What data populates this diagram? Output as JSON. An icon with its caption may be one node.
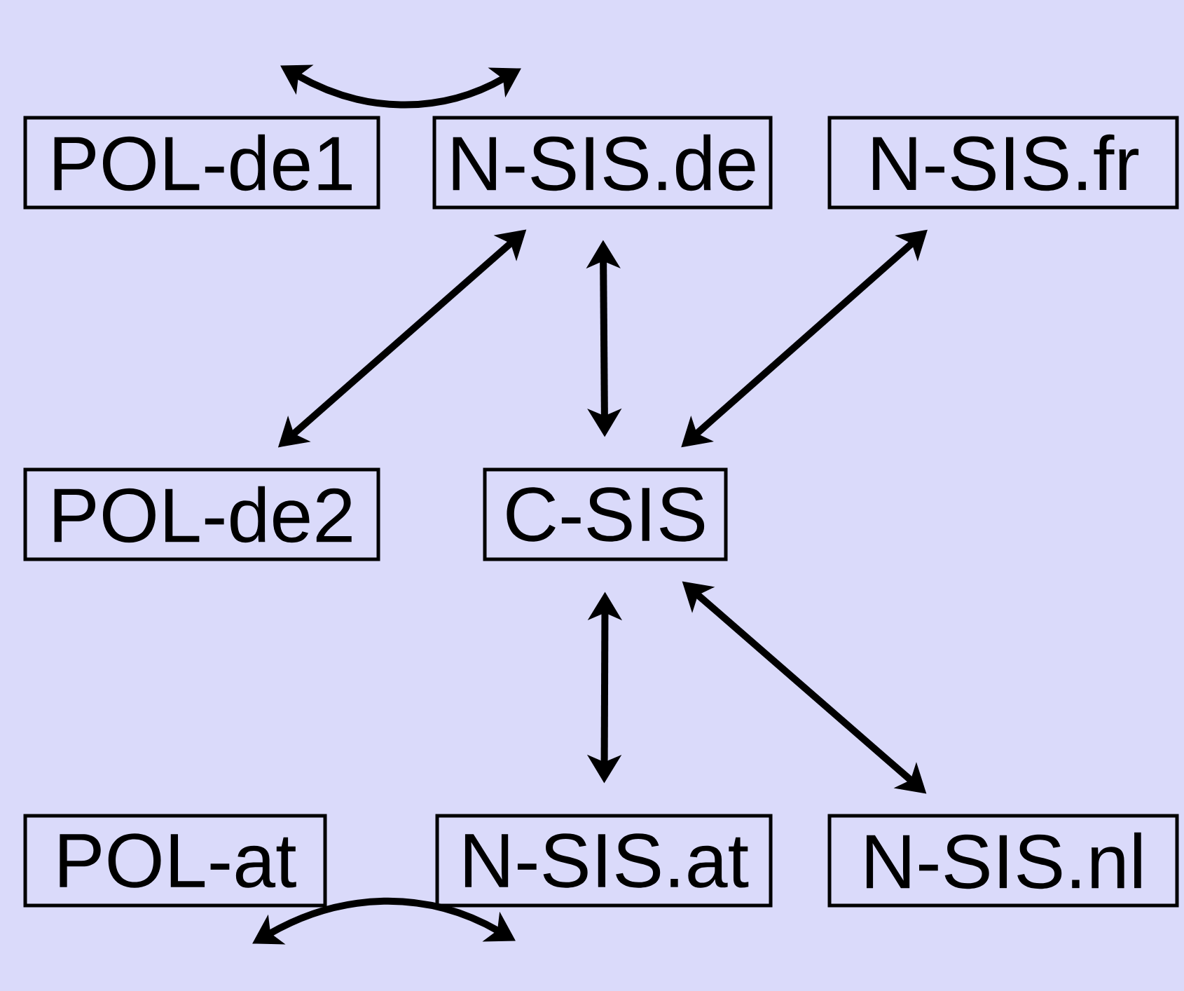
{
  "diagram": {
    "nodes": [
      {
        "text": [
          "POL-de1"
        ]
      },
      {
        "text": [
          "N-SIS.de"
        ]
      },
      {
        "text": [
          "N-SIS.fr"
        ]
      },
      {
        "text": [
          "POL-de2"
        ]
      },
      {
        "text": [
          "C-SIS"
        ]
      },
      {
        "text": [
          "POL-at"
        ]
      },
      {
        "text": [
          "N-SIS.at"
        ]
      },
      {
        "text": [
          "N-SIS.nl"
        ]
      }
    ],
    "edges": [
      {
        "from": 0,
        "to": 1,
        "arrow": "both"
      },
      {
        "from": 1,
        "to": 3,
        "arrow": "both"
      },
      {
        "from": 1,
        "to": 4,
        "arrow": "both"
      },
      {
        "from": 2,
        "to": 4,
        "arrow": "both"
      },
      {
        "from": 4,
        "to": 6,
        "arrow": "both"
      },
      {
        "from": 4,
        "to": 7,
        "arrow": "both"
      },
      {
        "from": 5,
        "to": 6,
        "arrow": "both"
      }
    ]
  }
}
